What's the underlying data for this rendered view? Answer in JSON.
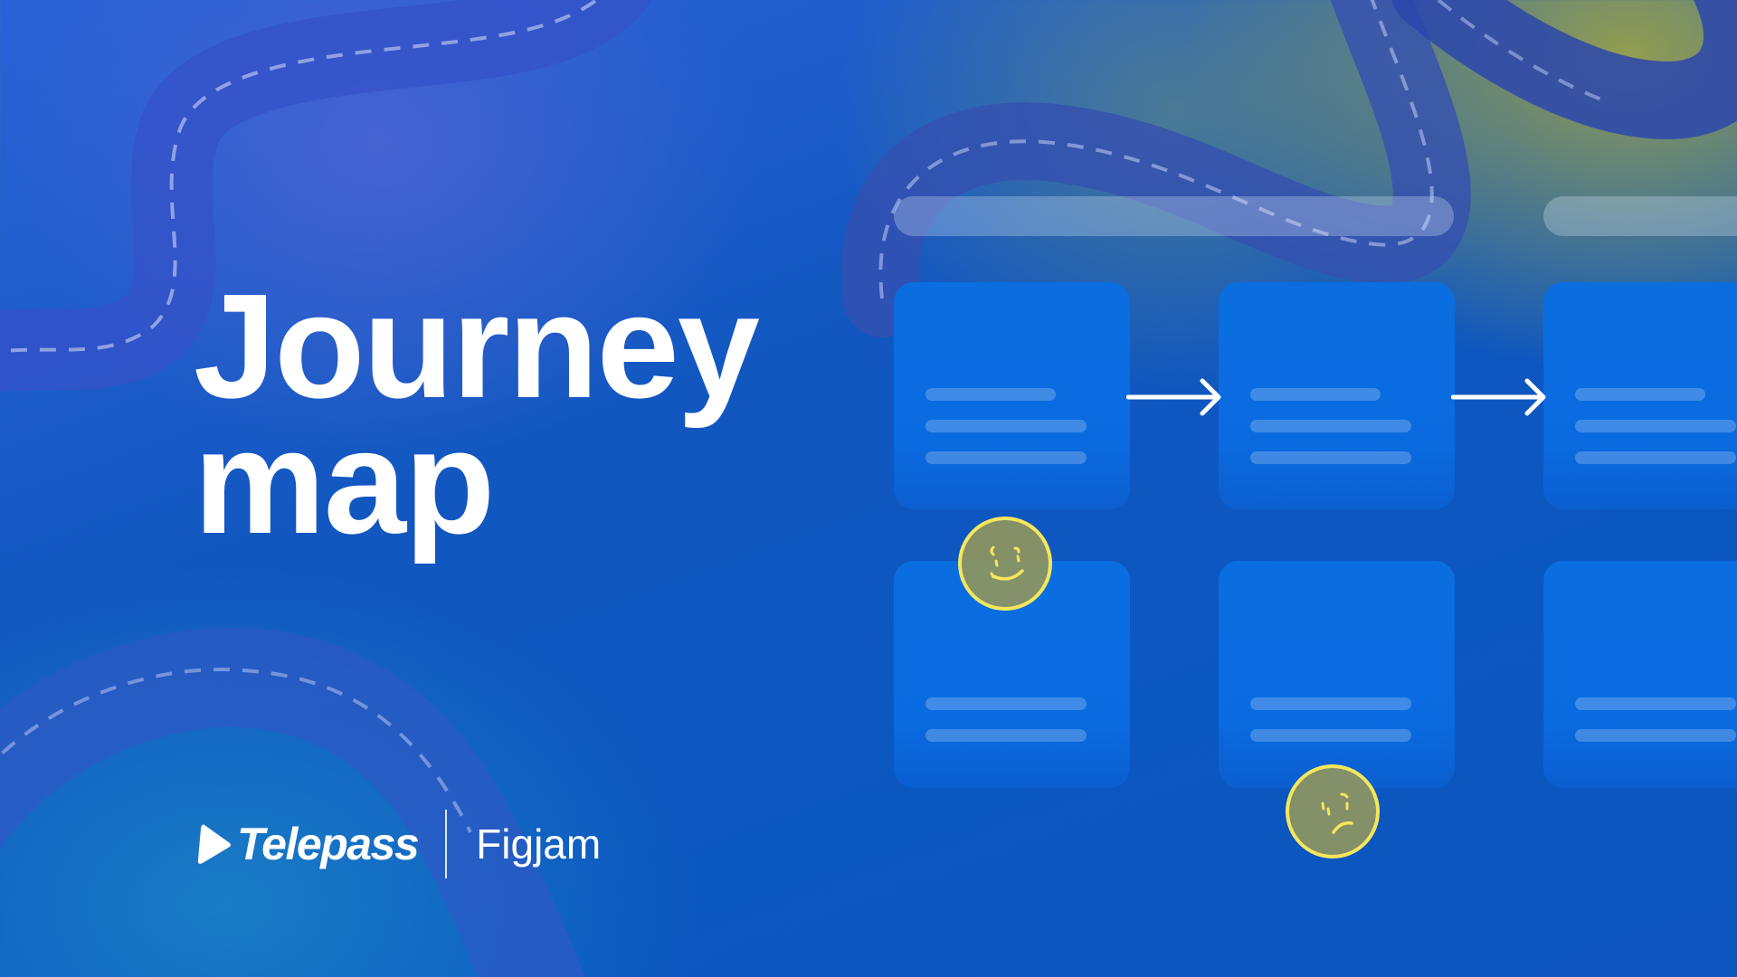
{
  "title": {
    "line1": "Journey",
    "line2": "map"
  },
  "footer": {
    "brand_name": "Telepass",
    "brand_icon": "play-triangle-icon",
    "product_name": "Figjam"
  },
  "journey": {
    "stages": [
      {
        "header_bar": true,
        "top_card_lines": 3,
        "bottom_card_lines": 2,
        "emoji": "happy-face-icon"
      },
      {
        "header_bar": true,
        "top_card_lines": 3,
        "bottom_card_lines": 2,
        "emoji": "sad-face-icon"
      },
      {
        "header_bar": true,
        "top_card_lines": 3,
        "bottom_card_lines": 2
      }
    ],
    "connectors": [
      "arrow-right-icon",
      "arrow-right-icon"
    ]
  },
  "colors": {
    "background_blue": "#0b57c0",
    "card_blue": "#0a6ee0",
    "emoji_fill": "#8f9560",
    "emoji_stroke": "#f5e65c",
    "accent_olive": "#8c9a4e",
    "text": "#ffffff"
  }
}
